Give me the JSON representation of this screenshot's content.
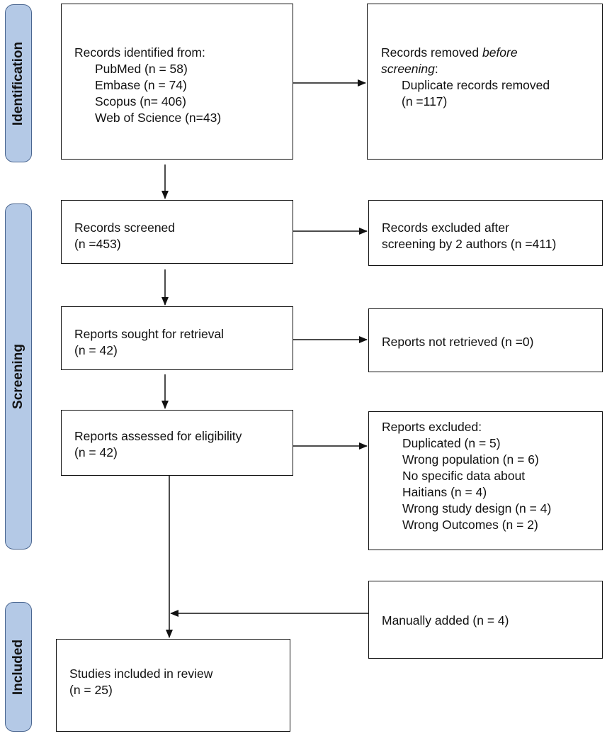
{
  "phases": {
    "identification": "Identification",
    "screening": "Screening",
    "included": "Included"
  },
  "boxes": {
    "records_identified": {
      "heading": "Records identified from:",
      "items": [
        "PubMed (n = 58)",
        "Embase (n = 74)",
        "Scopus (n= 406)",
        "Web of Science (n=43)"
      ]
    },
    "records_removed": {
      "line1_plain": "Records removed ",
      "line1_emph": "before",
      "line2_emph": "screening",
      "line2_plain": ":",
      "item": "Duplicate records removed",
      "count": "(n =117)"
    },
    "records_screened": {
      "label": "Records screened",
      "count": "(n =453)"
    },
    "records_excluded": {
      "line1": "Records excluded after",
      "line2": "screening by 2 authors (n =411)"
    },
    "reports_sought": {
      "label": "Reports sought for retrieval",
      "count": "(n = 42)"
    },
    "reports_not_retrieved": {
      "label": "Reports not retrieved (n =0)"
    },
    "reports_assessed": {
      "label": "Reports assessed for eligibility",
      "count": "(n = 42)"
    },
    "reports_excluded": {
      "heading": "Reports excluded:",
      "items": [
        "Duplicated (n = 5)",
        "Wrong population (n = 6)",
        "No specific data about",
        "Haitians (n = 4)",
        "Wrong study design (n = 4)",
        "Wrong Outcomes (n = 2)"
      ]
    },
    "manually_added": {
      "label": "Manually added (n = 4)"
    },
    "studies_included": {
      "label": "Studies included in review",
      "count": "(n = 25)"
    }
  },
  "colors": {
    "phase_fill": "#b4c9e6",
    "phase_border": "#4a6690",
    "line": "#111111"
  }
}
